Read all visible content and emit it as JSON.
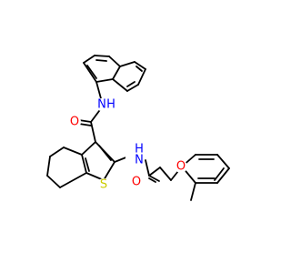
{
  "colors": {
    "bond": "#000000",
    "oxygen": "#ff0000",
    "nitrogen": "#0000ff",
    "sulfur": "#cccc00",
    "background": "#ffffff"
  },
  "atoms": {
    "amide_oxygen": "O",
    "amide_nitrogen": "N",
    "amide_hydrogen": "H",
    "sulfur": "S",
    "second_amide_hydrogen": "H",
    "second_amide_nitrogen": "N",
    "acetyl_oxygen": "O",
    "ether_oxygen": "O"
  }
}
